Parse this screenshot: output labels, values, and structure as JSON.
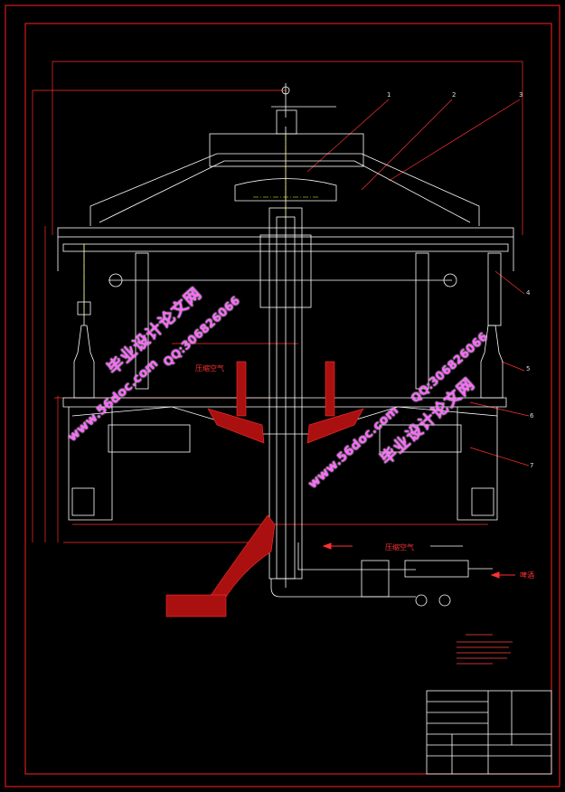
{
  "labels": {
    "compressed_air_upper": "压缩空气",
    "compressed_air_lower": "压缩空气",
    "material_in": "啤酒"
  },
  "part_numbers": [
    "1",
    "2",
    "3",
    "4",
    "5",
    "6",
    "7"
  ],
  "watermark": {
    "site": "www.56doc.com",
    "name": "毕业设计论文网",
    "qq": "QQ:306826066"
  },
  "colors": {
    "background": "#000000",
    "outline": "#ff2020",
    "geometry": "#ffffff",
    "centerline": "#ffff33",
    "hatch": "#ff3030",
    "watermark": "#ff66ff"
  }
}
